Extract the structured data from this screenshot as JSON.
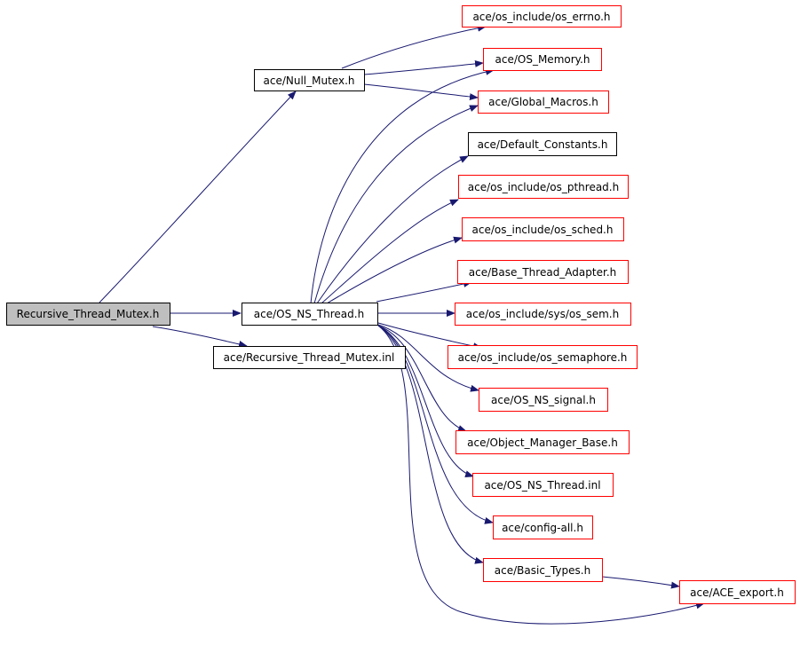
{
  "colors": {
    "edge": "#191970",
    "node_border_default": "#000000",
    "node_border_external": "#ff0000",
    "root_fill": "#bfbfbf",
    "node_fill": "#ffffff"
  },
  "nodes": {
    "root": "Recursive_Thread_Mutex.h",
    "null_mutex": "ace/Null_Mutex.h",
    "os_ns_thread": "ace/OS_NS_Thread.h",
    "recursive_inl": "ace/Recursive_Thread_Mutex.inl",
    "os_errno": "ace/os_include/os_errno.h",
    "os_memory": "ace/OS_Memory.h",
    "global_macros": "ace/Global_Macros.h",
    "default_constants": "ace/Default_Constants.h",
    "os_pthread": "ace/os_include/os_pthread.h",
    "os_sched": "ace/os_include/os_sched.h",
    "base_thread_adapter": "ace/Base_Thread_Adapter.h",
    "os_sem": "ace/os_include/sys/os_sem.h",
    "os_semaphore": "ace/os_include/os_semaphore.h",
    "os_ns_signal": "ace/OS_NS_signal.h",
    "object_manager_base": "ace/Object_Manager_Base.h",
    "os_ns_thread_inl": "ace/OS_NS_Thread.inl",
    "config_all": "ace/config-all.h",
    "basic_types": "ace/Basic_Types.h",
    "ace_export": "ace/ACE_export.h"
  }
}
